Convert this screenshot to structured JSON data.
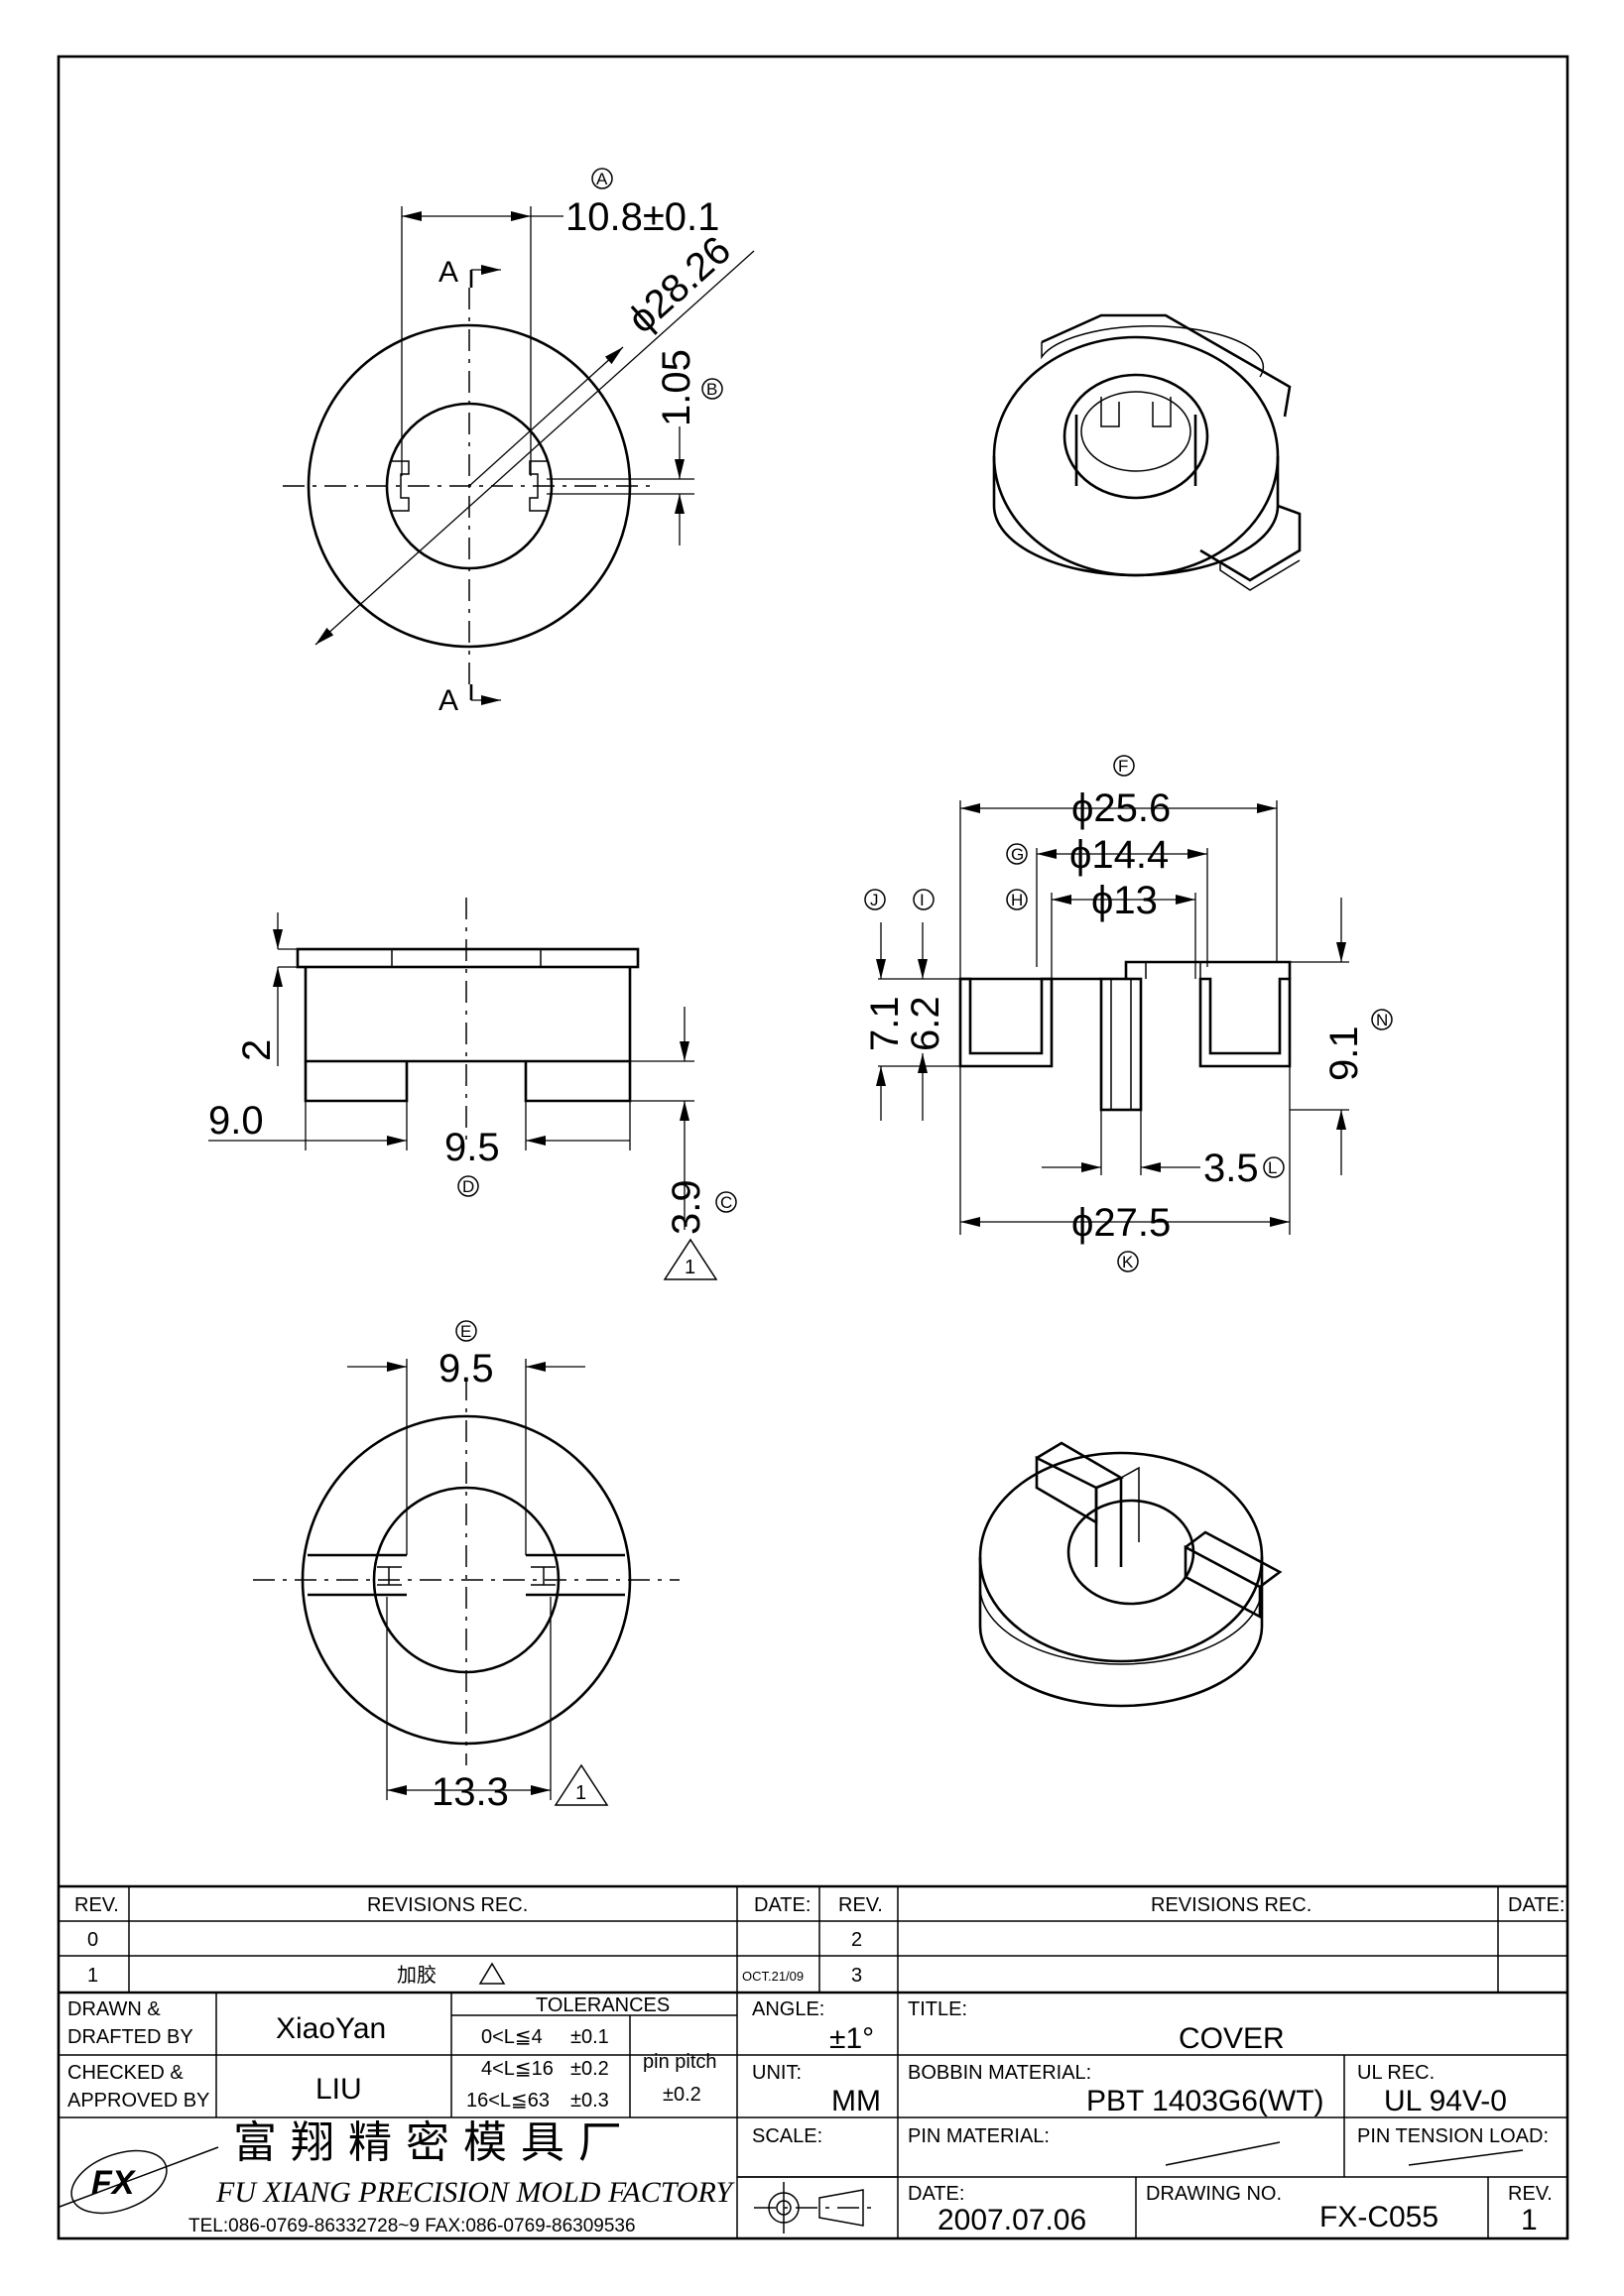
{
  "top_view": {
    "section_label": "A",
    "dim_width": "10.8±0.1",
    "dim_width_tag": "A",
    "dim_diameter": "ϕ28.26",
    "dim_slot": "1.05",
    "dim_slot_tag": "B"
  },
  "side_view": {
    "dim_height": "2",
    "dim_left": "9.0",
    "dim_gap": "9.5",
    "dim_gap_tag": "D",
    "dim_leg": "3.9",
    "dim_leg_tag": "C",
    "rev_flag": "1"
  },
  "section_view": {
    "dim_outer_top": "ϕ25.6",
    "dim_outer_top_tag": "F",
    "dim_mid": "ϕ14.4",
    "dim_mid_tag": "G",
    "dim_inner": "ϕ13",
    "dim_inner_tag": "H",
    "dim_h1": "7.1",
    "dim_h1_tag": "J",
    "dim_h2": "6.2",
    "dim_h2_tag": "I",
    "dim_total": "9.1",
    "dim_total_tag": "N",
    "dim_pin": "3.5",
    "dim_pin_tag": "L",
    "dim_outer_bottom": "ϕ27.5",
    "dim_outer_bottom_tag": "K"
  },
  "bottom_view": {
    "dim_gap": "9.5",
    "dim_gap_tag": "E",
    "dim_bore": "13.3",
    "rev_flag": "1"
  },
  "revisions": {
    "headers": {
      "rev": "REV.",
      "revisions_rec": "REVISIONS   REC.",
      "date": "DATE:"
    },
    "left_rows": [
      {
        "rev": "0",
        "desc": "",
        "date": ""
      },
      {
        "rev": "1",
        "desc": "加胶",
        "date": "OCT.21/09"
      }
    ],
    "right_rows": [
      {
        "rev": "2",
        "desc": "",
        "date": ""
      },
      {
        "rev": "3",
        "desc": "",
        "date": ""
      }
    ]
  },
  "title_block": {
    "drawn_label_1": "DRAWN  &",
    "drawn_label_2": "DRAFTED  BY",
    "drawn_by": "XiaoYan",
    "checked_label_1": "CHECKED  &",
    "checked_label_2": "APPROVED  BY",
    "checked_by": "LIU",
    "tolerances_label": "TOLERANCES",
    "tolerance_rows": [
      {
        "range": "0<L≦4",
        "value": "±0.1"
      },
      {
        "range": "4<L≦16",
        "value": "±0.2"
      },
      {
        "range": "16<L≦63",
        "value": "±0.3"
      }
    ],
    "pin_pitch_label": "pin  pitch",
    "pin_pitch_value": "±0.2",
    "angle_label": "ANGLE:",
    "angle_value": "±1°",
    "unit_label": "UNIT:",
    "unit_value": "MM",
    "scale_label": "SCALE:",
    "title_label": "TITLE:",
    "title_value": "COVER",
    "bobbin_label": "BOBBIN  MATERIAL:",
    "bobbin_value": "PBT  1403G6(WT)",
    "ul_label": "UL  REC.",
    "ul_value": "UL  94V-0",
    "pin_material_label": "PIN  MATERIAL:",
    "pin_tension_label": "PIN  TENSION  LOAD:",
    "date_label": "DATE:",
    "date_value": "2007.07.06",
    "drawing_no_label": "DRAWING  NO.",
    "drawing_no_value": "FX-C055",
    "rev_label": "REV.",
    "rev_value": "1",
    "company_cn": "富 翔 精 密 模 具 厂",
    "company_en": "FU  XIANG  PRECISION  MOLD  FACTORY",
    "contact": "TEL:086-0769-86332728~9   FAX:086-0769-86309536",
    "logo_text": "FX"
  }
}
